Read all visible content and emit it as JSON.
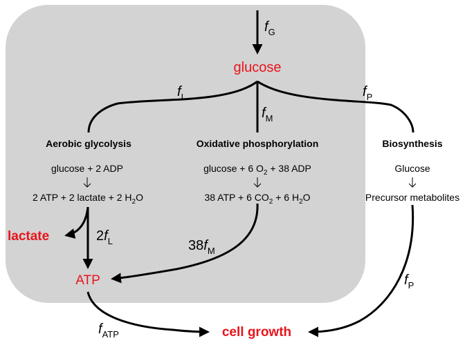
{
  "nodes": {
    "glucose": "glucose",
    "lactate": "lactate",
    "atp": "ATP",
    "cell_growth": "cell growth"
  },
  "flux_labels": {
    "f_G": {
      "base": "f",
      "sub": "G"
    },
    "f_L": {
      "base": "f",
      "sub": "L"
    },
    "f_M": {
      "base": "f",
      "sub": "M"
    },
    "f_P_top": {
      "base": "f",
      "sub": "P"
    },
    "two_f_L": {
      "coef": "2",
      "base": "f",
      "sub": "L"
    },
    "thirtyeight_f_M": {
      "coef": "38",
      "base": "f",
      "sub": "M"
    },
    "f_P_bottom": {
      "base": "f",
      "sub": "P"
    },
    "f_ATP": {
      "base": "f",
      "sub": "ATP"
    }
  },
  "pathways": {
    "aerobic_glycolysis": {
      "title": "Aerobic glycolysis",
      "reactants": "glucose + 2 ADP",
      "products": {
        "p1": "2 ATP + 2 lactate + 2 H",
        "sub": "2",
        "p2": "O"
      }
    },
    "oxidative_phosphorylation": {
      "title": "Oxidative phosphorylation",
      "reactants": {
        "r1": "glucose + 6 O",
        "sub": "2",
        "r2": " + 38 ADP"
      },
      "products": {
        "p1": "38 ATP + 6 CO",
        "sub1": "2",
        "p2": " +  6 H",
        "sub2": "2",
        "p3": "O"
      }
    },
    "biosynthesis": {
      "title": "Biosynthesis",
      "reactants": "Glucose",
      "products": "Precursor metabolites"
    }
  },
  "colors": {
    "box_fill": "#d3d3d3",
    "node_red": "#e8141c",
    "line": "#000000"
  }
}
